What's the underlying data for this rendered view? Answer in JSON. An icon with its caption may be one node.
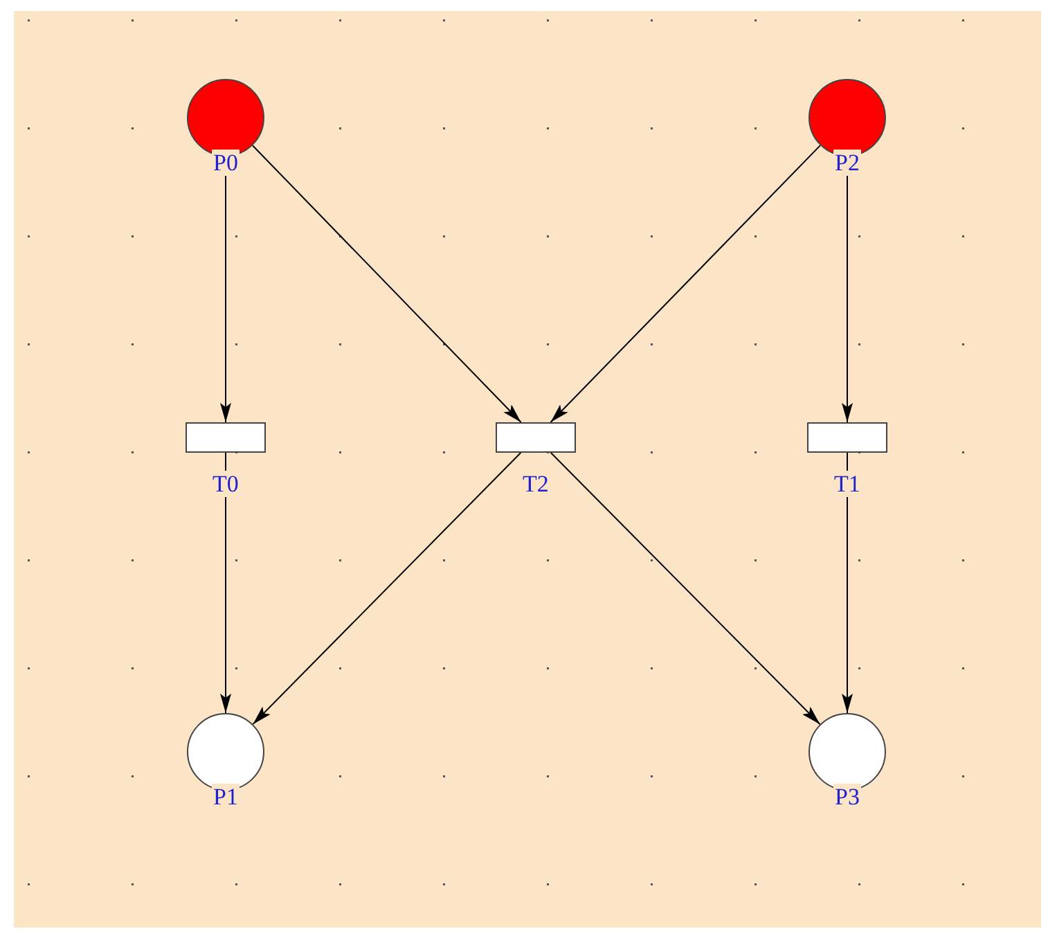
{
  "diagram": {
    "nodes": [
      {
        "text": [],
        "shape": "circle",
        "beside": [
          "P0"
        ]
      },
      {
        "text": [],
        "shape": "circle",
        "beside": [
          "P2"
        ]
      },
      {
        "text": [],
        "shape": "box",
        "beside": [
          "T0"
        ]
      },
      {
        "text": [],
        "shape": "box",
        "beside": [
          "T2"
        ]
      },
      {
        "text": [],
        "shape": "box",
        "beside": [
          "T1"
        ]
      },
      {
        "text": [],
        "shape": "circle",
        "beside": [
          "P1"
        ]
      },
      {
        "text": [],
        "shape": "circle",
        "beside": [
          "P3"
        ]
      }
    ],
    "edges": [
      {
        "from": 0,
        "to": 2,
        "arrow": "to"
      },
      {
        "from": 0,
        "to": 3,
        "arrow": "to"
      },
      {
        "from": 1,
        "to": 3,
        "arrow": "to"
      },
      {
        "from": 1,
        "to": 4,
        "arrow": "to"
      },
      {
        "from": 2,
        "to": 5,
        "arrow": "to"
      },
      {
        "from": 3,
        "to": 5,
        "arrow": "to"
      },
      {
        "from": 3,
        "to": 6,
        "arrow": "to"
      },
      {
        "from": 4,
        "to": 6,
        "arrow": "to"
      }
    ]
  }
}
